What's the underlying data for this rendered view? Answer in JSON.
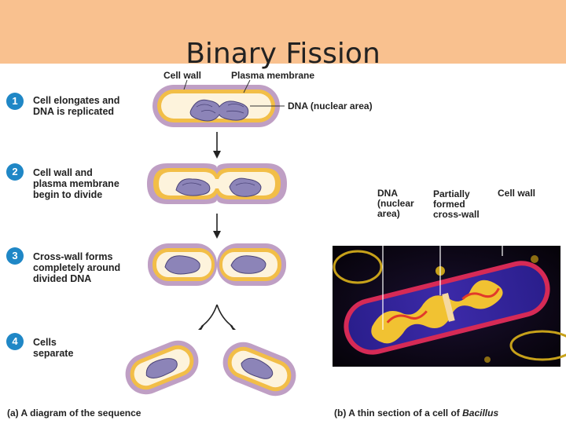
{
  "slide": {
    "title": "Binary Fission"
  },
  "diagram": {
    "top_labels": {
      "cell_wall": "Cell wall",
      "plasma_membrane": "Plasma membrane"
    },
    "dna_label": "DNA (nuclear area)",
    "steps": [
      {
        "number": "1",
        "text": "Cell elongates and\nDNA is replicated"
      },
      {
        "number": "2",
        "text": "Cell wall and\nplasma membrane\nbegin to divide"
      },
      {
        "number": "3",
        "text": "Cross-wall forms\ncompletely around\ndivided DNA"
      },
      {
        "number": "4",
        "text": "Cells\nseparate"
      }
    ]
  },
  "micrograph": {
    "labels": {
      "dna": "DNA\n(nuclear\narea)",
      "cross_wall": "Partially\nformed\ncross-wall",
      "cell_wall": "Cell wall"
    }
  },
  "captions": {
    "a_prefix": "(a)",
    "a_text": " A diagram of the sequence",
    "b_prefix": "(b)",
    "b_text": " A thin section of a cell of ",
    "b_italic": "Bacillus"
  },
  "colors": {
    "title_bar": "#f9c18f",
    "badge": "#1f87c6",
    "wall": "#bf9fc4",
    "membrane": "#f2be47",
    "cytoplasm": "#fdf3dc",
    "dna": "#8c84b8"
  }
}
